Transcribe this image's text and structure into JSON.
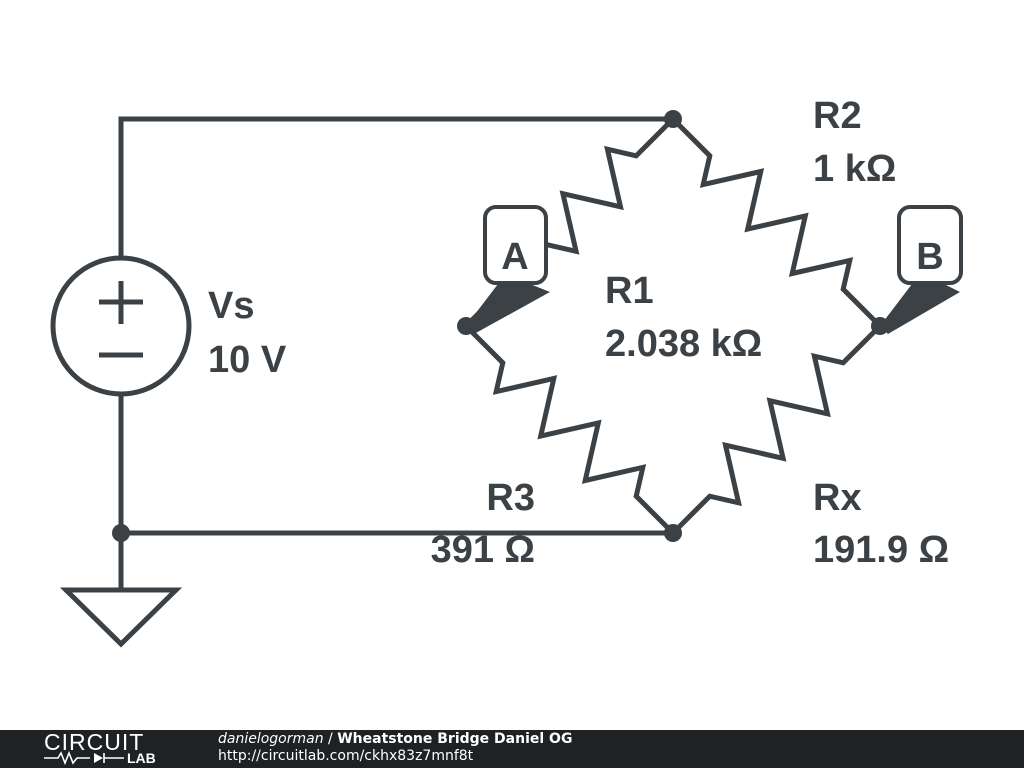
{
  "components": {
    "source": {
      "name": "Vs",
      "value": "10 V",
      "plus_symbol": "+",
      "minus_symbol": "−"
    },
    "r1": {
      "name": "R1",
      "value": "2.038 kΩ"
    },
    "r2": {
      "name": "R2",
      "value": "1 kΩ"
    },
    "r3": {
      "name": "R3",
      "value": "391 Ω"
    },
    "rx": {
      "name": "Rx",
      "value": "191.9 Ω"
    }
  },
  "probes": {
    "a": {
      "label": "A"
    },
    "b": {
      "label": "B"
    }
  },
  "footer": {
    "logo_top": "CIRCUIT",
    "logo_bottom": "LAB",
    "author": "danielogorman",
    "separator": " / ",
    "title": "Wheatstone Bridge Daniel OG",
    "url": "http://circuitlab.com/ckhx83z7mnf8t"
  },
  "colors": {
    "wire": "#3b4145",
    "footer_bg": "#1f2224",
    "footer_text": "#ffffff"
  }
}
